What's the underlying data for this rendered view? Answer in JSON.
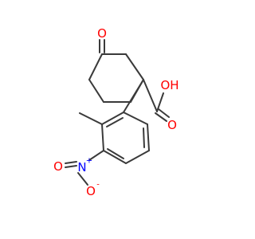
{
  "molecule": {
    "atoms": {
      "ketone_o": {
        "symbol": "O",
        "color": "#ff0000"
      },
      "acid_oh": {
        "symbol": "OH",
        "color": "#ff0000"
      },
      "acid_o": {
        "symbol": "O",
        "color": "#ff0000"
      },
      "nitro_n": {
        "symbol": "N",
        "color": "#0000ff"
      },
      "nitro_n_charge": "+",
      "nitro_o1": {
        "symbol": "O",
        "color": "#ff0000"
      },
      "nitro_o2": {
        "symbol": "O",
        "color": "#ff0000"
      },
      "nitro_o2_charge": "-"
    },
    "bond_color": "#3a3a3a"
  }
}
